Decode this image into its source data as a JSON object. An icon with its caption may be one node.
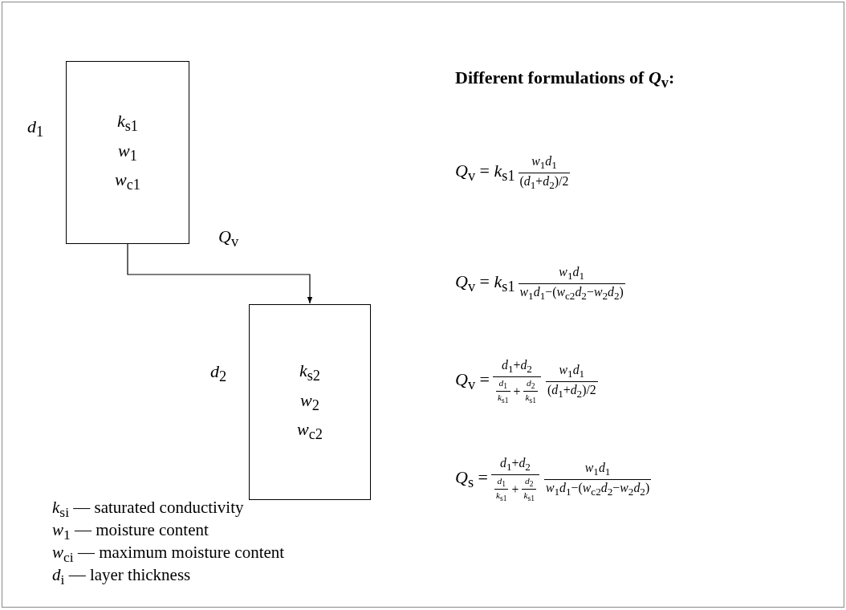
{
  "diagram": {
    "title": "Different formulations of *Q*$_{v}$:",
    "nodes": [
      {
        "text": [
          "*k*$_{s1}$",
          "*w*$_{1}$",
          "*w*$_{c1}$"
        ],
        "beside": [
          "*d*$_{1}$"
        ]
      },
      {
        "text": [
          "*k*$_{s2}$",
          "*w*$_{2}$",
          "*w*$_{c2}$"
        ],
        "beside": [
          "*d*$_{2}$"
        ]
      }
    ],
    "edges": [
      {
        "from": 0,
        "to": 1,
        "arrow": "to",
        "label": "*Q*$_{v}$"
      }
    ],
    "labels": [
      "*Q*$_{v}$ = *k*$_{s1}$",
      "*w*$_{1}$*d*$_{1}$",
      "(*d*$_{1}$+*d*$_{2}$)/2",
      "*Q*$_{v}$ = *k*$_{s1}$",
      "*w*$_{1}$*d*$_{1}$",
      "*w*$_{1}$*d*$_{1}$−(*w*$_{c2}$*d*$_{2}$−*w*$_{2}$*d*$_{2}$)",
      "*Q*$_{v}$ =",
      "*d*$_{1}$+*d*$_{2}$",
      "*d*$_{1}$",
      "*k*$_{s1}$",
      "+",
      "*d*$_{2}$",
      "*k*$_{s1}$",
      "*w*$_{1}$*d*$_{1}$",
      "(*d*$_{1}$+*d*$_{2}$)/2",
      "*Q*$_{s}$ =",
      "*d*$_{1}$+*d*$_{2}$",
      "*d*$_{1}$",
      "*k*$_{s1}$",
      "+",
      "*d*$_{2}$",
      "*k*$_{s1}$",
      "*w*$_{1}$*d*$_{1}$",
      "*w*$_{1}$*d*$_{1}$−(*w*$_{c2}$*d*$_{2}$−*w*$_{2}$*d*$_{2}$)",
      "*k*$_{si}$ — saturated conductivity",
      "*w*$_{1}$ — moisture content",
      "*w*$_{ci}$ — maximum moisture content",
      "*d*$_{i}$ — layer thickness"
    ]
  }
}
